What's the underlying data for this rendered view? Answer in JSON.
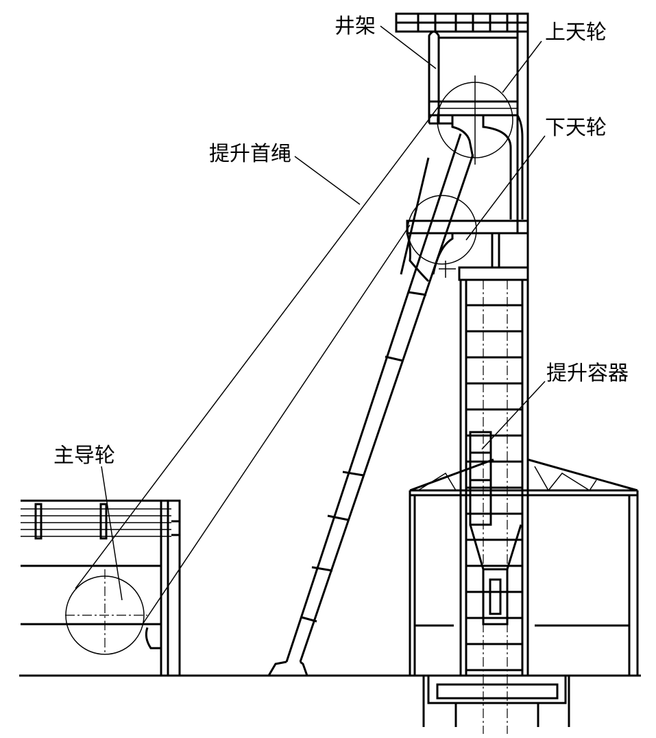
{
  "labels": {
    "headframe": "井架",
    "upper_sheave": "上天轮",
    "lower_sheave": "下天轮",
    "head_rope": "提升首绳",
    "hoist_container": "提升容器",
    "main_guide_wheel": "主导轮"
  }
}
